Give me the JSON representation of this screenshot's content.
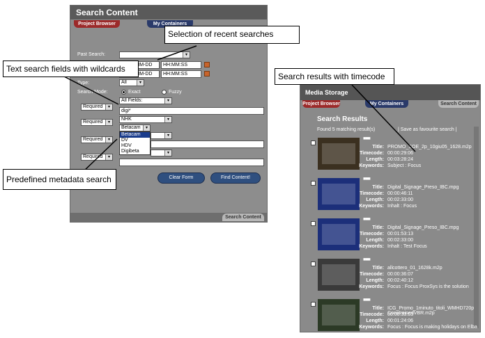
{
  "search_content": {
    "title": "Search Content",
    "tabs": [
      "Project Browser",
      "My Containers"
    ],
    "past_search_label": "Past Search:",
    "date_placeholder": "YYYY-MM-DD",
    "time_placeholder": "HH:MM:SS",
    "type_label": "Type:",
    "type_value": "All",
    "search_mode_label": "Search Mode:",
    "mode_exact": "Exact",
    "mode_fuzzy": "Fuzzy",
    "all_fields": "All Fields:",
    "required_label": "Required",
    "text_query": "digi*",
    "nhk_value": "NHK",
    "format_value": "Betacam",
    "format_options": [
      "Betacam",
      "DV",
      "HDV",
      "Digibeta"
    ],
    "clear_button": "Clear Form",
    "find_button": "Find Content!",
    "footer_tab": "Search Content"
  },
  "media_storage": {
    "title": "Media Storage",
    "tabs": [
      "Project Browser",
      "My Containers",
      "Search Content"
    ],
    "results_title": "Search Results",
    "found_text": "Found 5 matching result(s)",
    "save_text": "| Save as favourite search |",
    "field_labels": {
      "title": "Title:",
      "timecode": "Timecode:",
      "length": "Length:",
      "keywords": "Keywords:"
    },
    "results": [
      {
        "title": "PROMO_SOE_2p_10giu05_1628.m2p",
        "timecode": "00:00:29:06",
        "length": "00:03:28:24",
        "keywords": "Subject : Focus",
        "thumb_color": "#3b3020"
      },
      {
        "title": "Digital_Signage_Preso_IBC.mpg",
        "timecode": "00:00:46:11",
        "length": "00:02:33:00",
        "keywords": "Inhalt : Focus",
        "thumb_color": "#1c2f7a"
      },
      {
        "title": "Digital_Signage_Preso_IBC.mpg",
        "timecode": "00:01:53:13",
        "length": "00:02:33:00",
        "keywords": "Inhalt : Test Focus",
        "thumb_color": "#1c2f7a"
      },
      {
        "title": "allcottero_01_1628k.m2p",
        "timecode": "00:00:36:07",
        "length": "00:02:40:12",
        "keywords": "Focus : Focus ProxSys is the solution",
        "thumb_color": "#3a3a3a"
      },
      {
        "title": "ICG_Promo_1minuto_titoli_WMHD720p ConstrainedVBR.m2p",
        "timecode": "00:00:33:03",
        "length": "00:01:24:06",
        "keywords": "Focus : Focus is making holidays on Elba",
        "thumb_color": "#2c3a26"
      }
    ]
  },
  "callouts": {
    "recent_searches": "Selection of recent searches",
    "text_search": "Text search fields with wildcards",
    "results_timecode": "Search results with timecode",
    "metadata_search": "Predefined metadata search"
  }
}
